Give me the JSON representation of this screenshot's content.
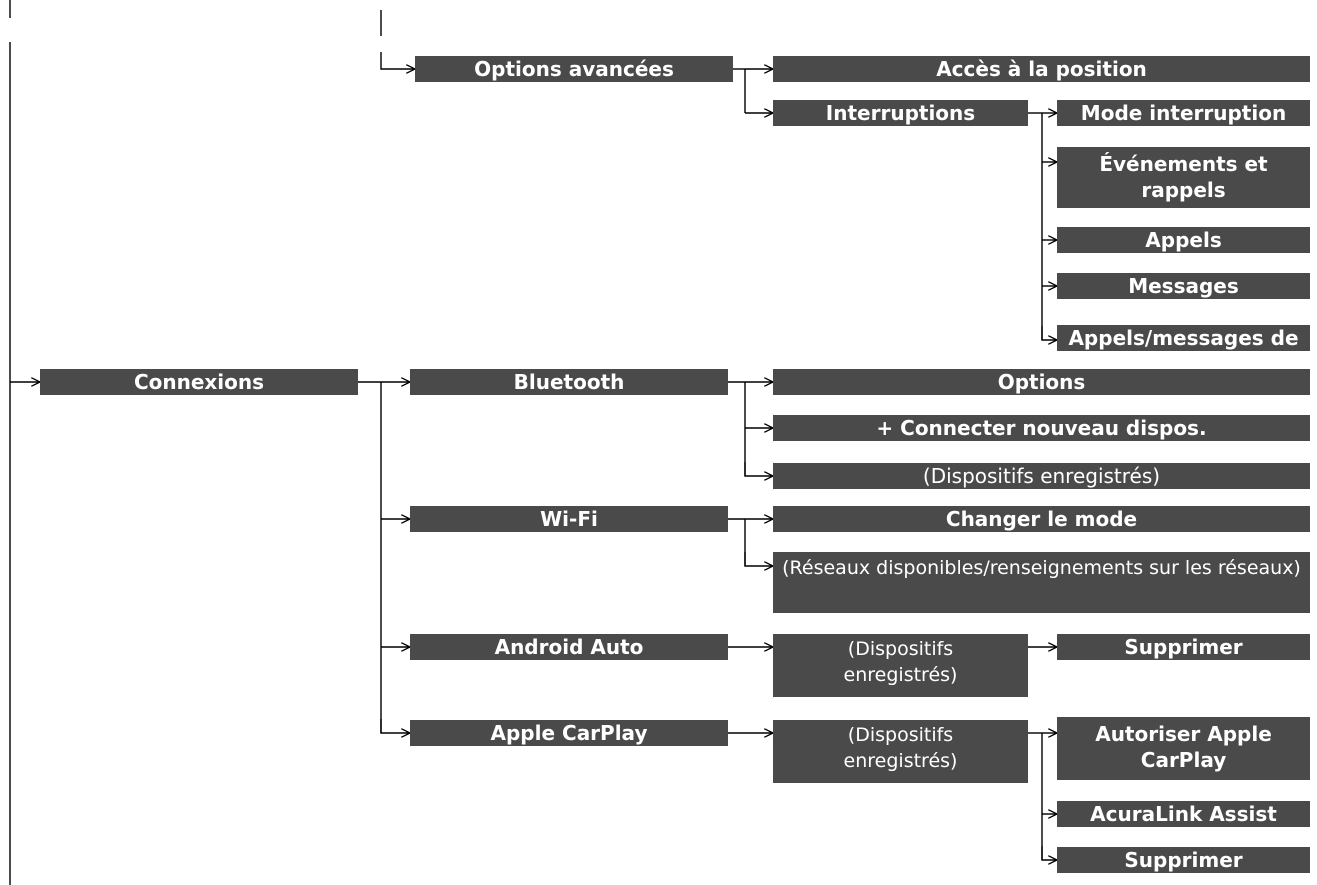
{
  "diagram": {
    "options_avancees": "Options avancées",
    "acces_position": "Accès à la position",
    "interruptions": "Interruptions",
    "mode_interruption": "Mode interruption",
    "evenements_rappels": "Événements et rappels",
    "appels": "Appels",
    "messages": "Messages",
    "appels_messages_de": "Appels/messages de",
    "connexions": "Connexions",
    "bluetooth": "Bluetooth",
    "options": "Options",
    "connecter_nouveau": "+ Connecter nouveau dispos.",
    "dispositifs_enregistres_bt": "(Dispositifs enregistrés)",
    "wifi": "Wi-Fi",
    "changer_mode": "Changer le mode",
    "reseaux_disponibles": "(Réseaux disponibles/renseignements sur les réseaux)",
    "android_auto": "Android Auto",
    "dispositifs_enregistres_aa": "(Dispositifs enregistrés)",
    "supprimer_aa": "Supprimer",
    "apple_carplay": "Apple CarPlay",
    "dispositifs_enregistres_cp": "(Dispositifs enregistrés)",
    "autoriser_carplay": "Autoriser Apple CarPlay",
    "acuralink_assist": "AcuraLink Assist",
    "supprimer_cp": "Supprimer"
  }
}
